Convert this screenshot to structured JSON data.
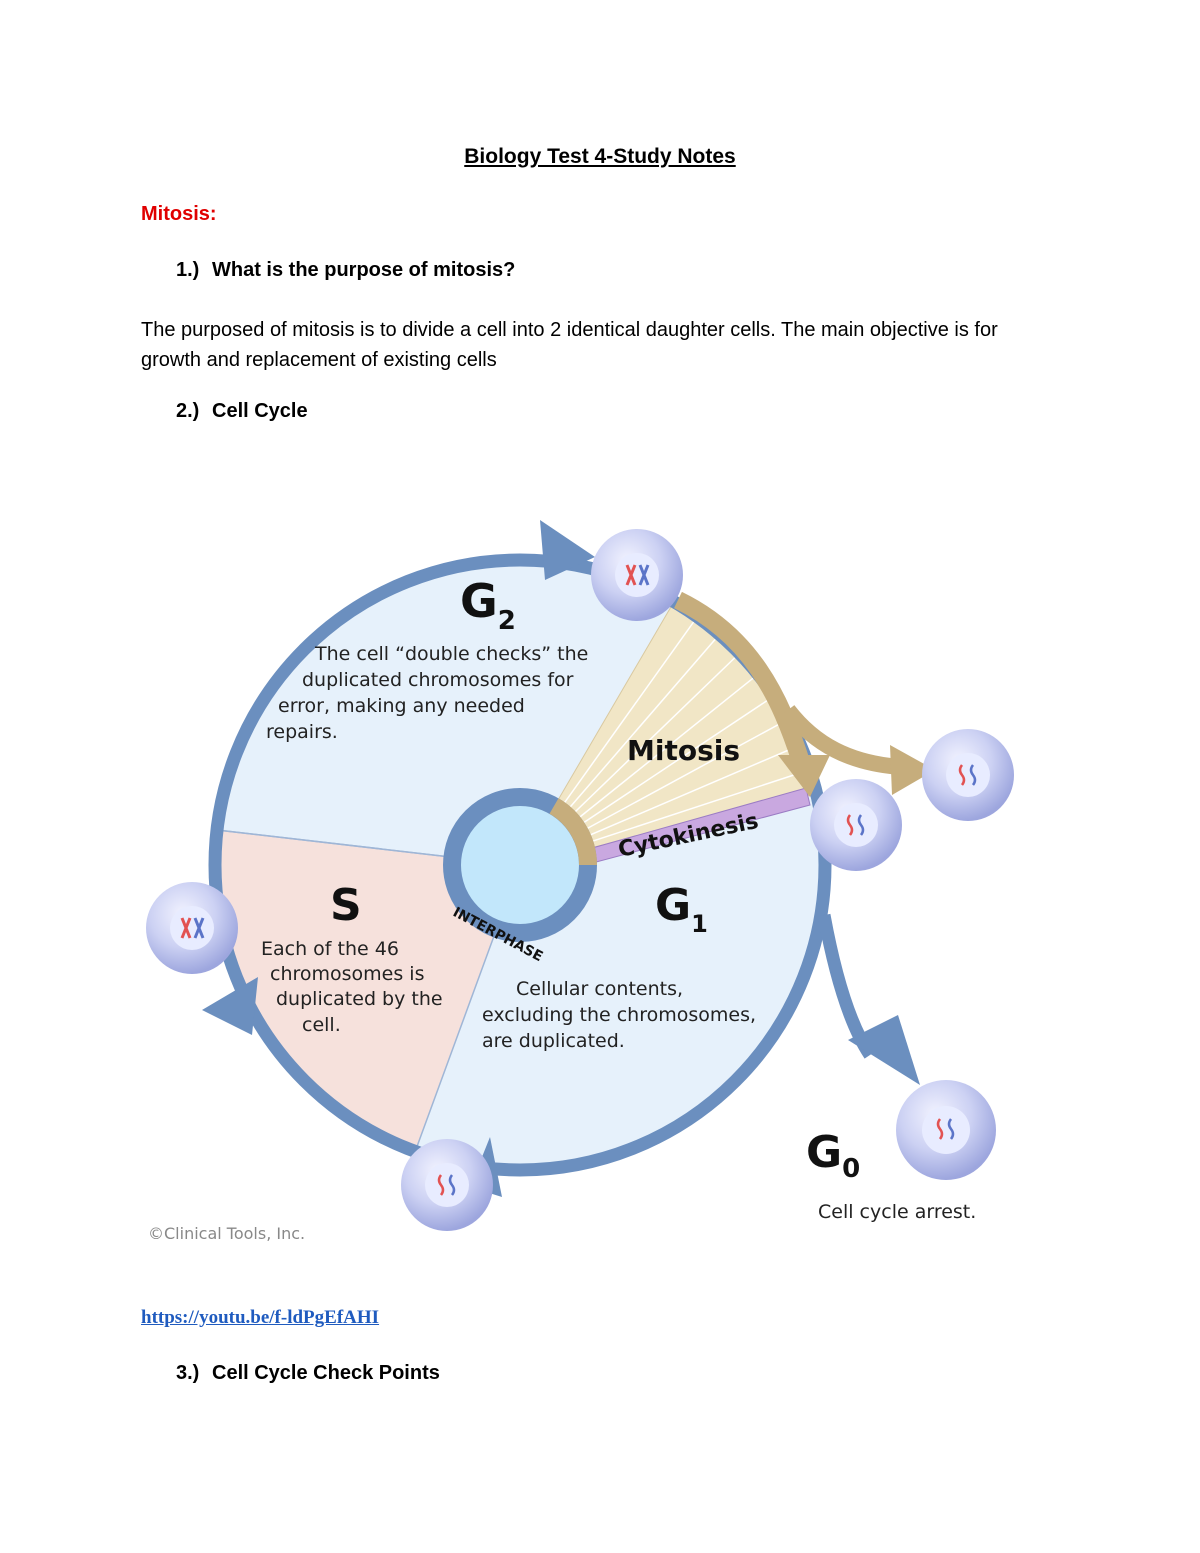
{
  "document": {
    "title": "Biology Test 4-Study Notes",
    "section_heading": "Mitosis:",
    "questions": [
      {
        "number": "1.)",
        "text": "What is the purpose of mitosis?"
      },
      {
        "number": "2.)",
        "text": "Cell Cycle"
      },
      {
        "number": "3.)",
        "text": "Cell Cycle Check Points"
      }
    ],
    "answer_1": "The purposed of mitosis is to divide a cell into 2 identical daughter cells. The main objective is for growth and replacement of existing cells",
    "video_link": "https://youtu.be/f-ldPgEfAHI"
  },
  "diagram": {
    "g2": {
      "label": "G",
      "sub": "2",
      "desc": [
        "The cell “double checks” the",
        "duplicated chromosomes for",
        "error, making any needed",
        "repairs."
      ]
    },
    "s": {
      "label": "S",
      "desc": [
        "Each of the 46",
        "chromosomes is",
        "duplicated by the",
        "cell."
      ]
    },
    "g1": {
      "label": "G",
      "sub": "1",
      "desc": [
        "Cellular contents,",
        "excluding the chromosomes,",
        "are duplicated."
      ]
    },
    "g0": {
      "label": "G",
      "sub": "0",
      "desc": "Cell cycle arrest."
    },
    "mitosis_label": "Mitosis",
    "cytokinesis_label": "Cytokinesis",
    "interphase_label": "INTERPHASE",
    "copyright": "©Clinical Tools, Inc.",
    "colors": {
      "ring": "#6b8fbf",
      "interior": "#e6f1fb",
      "s_sector": "#f6e1dc",
      "mitosis_wedge": "#f1e6c6",
      "mitosis_arrow": "#c6ad7c",
      "cytokinesis_band": "#c9a8e0",
      "cell": "#b6bdea",
      "chromosome_red": "#e25252",
      "chromosome_blue": "#5b74c8"
    }
  }
}
